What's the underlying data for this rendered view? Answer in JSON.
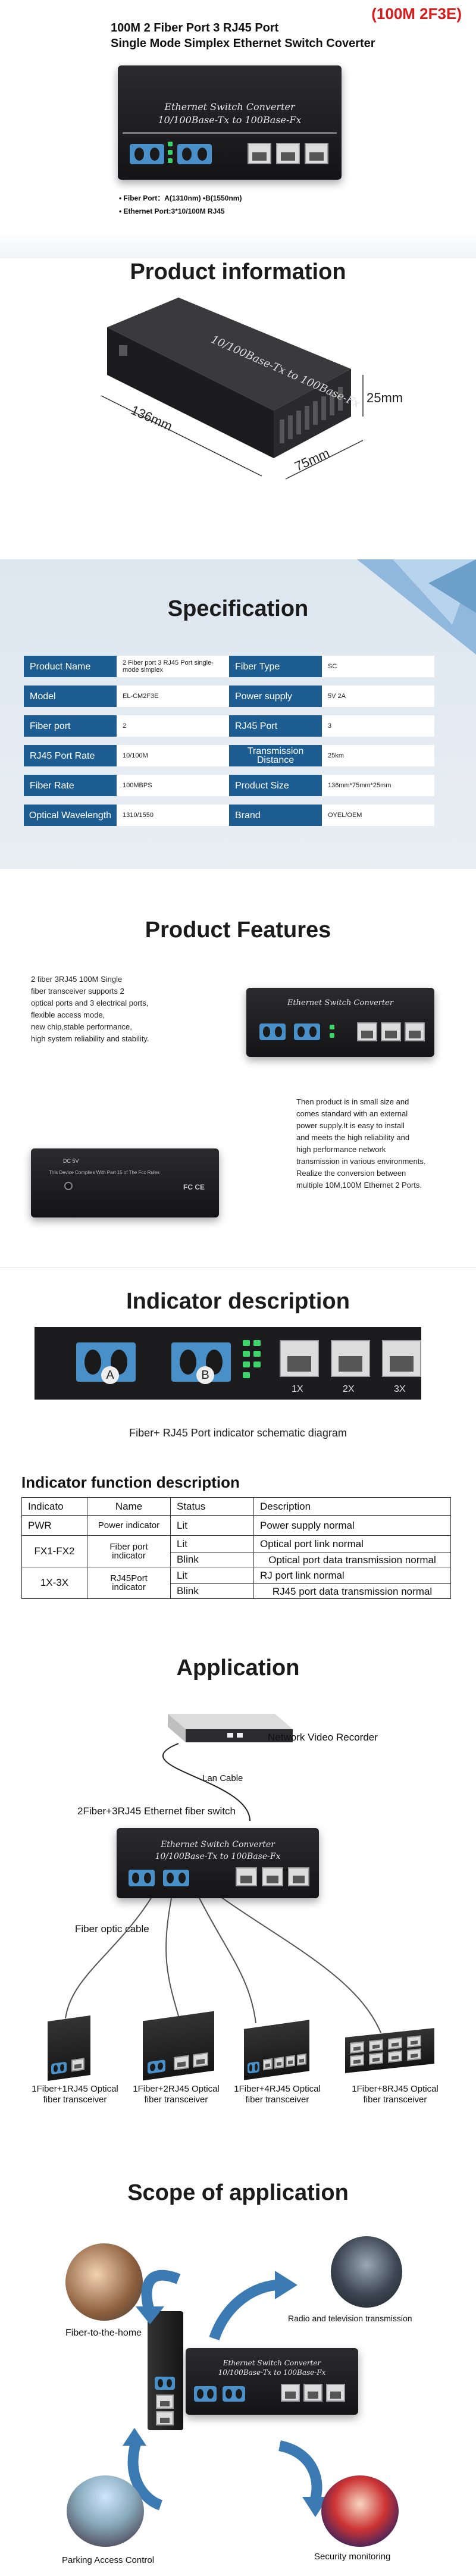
{
  "header": {
    "badge": "(100M 2F3E)",
    "title_line1": "100M 2 Fiber Port 3 RJ45 Port",
    "title_line2": "Single Mode Simplex Ethernet Switch Coverter",
    "device_label_line1": "Ethernet Switch Converter",
    "device_label_line2": "10/100Base-Tx to 100Base-Fx",
    "note_fiber": "• Fiber Port：A(1310nm)   •B(1550nm)",
    "note_ethernet": "• Ethernet Port:3*10/100M RJ45"
  },
  "product_info": {
    "title": "Product information",
    "device_label": "10/100Base-Tx to 100Base-Fx",
    "dim_length": "136mm",
    "dim_width": "75mm",
    "dim_height": "25mm"
  },
  "spec": {
    "title": "Specification",
    "rows": [
      {
        "k1": "Product Name",
        "v1": "2 Fiber port 3 RJ45 Port single-mode simplex",
        "k2": "Fiber Type",
        "v2": "SC"
      },
      {
        "k1": "Model",
        "v1": "EL-CM2F3E",
        "k2": "Power supply",
        "v2": "5V 2A"
      },
      {
        "k1": "Fiber port",
        "v1": "2",
        "k2": "RJ45 Port",
        "v2": "3"
      },
      {
        "k1": "RJ45 Port Rate",
        "v1": "10/100M",
        "k2": "Transmission Distance",
        "v2": "25km"
      },
      {
        "k1": "Fiber Rate",
        "v1": "100MBPS",
        "k2": "Product Size",
        "v2": "136mm*75mm*25mm"
      },
      {
        "k1": "Optical Wavelength",
        "v1": "1310/1550",
        "k2": "Brand",
        "v2": "OYEL/OEM"
      }
    ]
  },
  "features": {
    "title": "Product Features",
    "para1": [
      "2 fiber 3RJ45 100M Single",
      "fiber transceiver supports 2",
      "optical ports and 3 electrical ports,",
      "flexible access mode,",
      "new chip,stable performance,",
      "high system reliability and stability."
    ],
    "para2": [
      "Then product is in small size and",
      "comes standard with an external",
      "power supply.It is easy to install",
      "and meets the high reliability and",
      "high performance network",
      "transmission in various environments.",
      "Realize the conversion between",
      "multiple 10M,100M Ethernet 2 Ports."
    ],
    "device_label": "Ethernet Switch Converter",
    "back_label": "This Device Complies With Part 15 of The Fcc Rules",
    "back_dc": "DC 5V",
    "back_fc": "FC CE"
  },
  "indicator": {
    "title": "Indicator description",
    "port_a": "A",
    "port_b": "B",
    "port_1x": "1X",
    "port_2x": "2X",
    "port_3x": "3X",
    "caption": "Fiber+ RJ45 Port indicator schematic diagram",
    "table_title": "Indicator function description",
    "headers": [
      "Indicato",
      "Name",
      "Status",
      "Description"
    ],
    "rows": [
      {
        "ind": "PWR",
        "name": "Power indicator",
        "status": "Lit",
        "desc": "Power supply normal"
      },
      {
        "ind": "FX1-FX2",
        "name": "Fiber port indicator",
        "status": "Lit",
        "desc": "Optical port link normal",
        "status2": "Blink",
        "desc2": "Optical port data transmission normal"
      },
      {
        "ind": "1X-3X",
        "name": "RJ45Port indicator",
        "status": "Lit",
        "desc": "RJ port link normal",
        "status2": "Blink",
        "desc2": "RJ45 port data transmission normal"
      }
    ]
  },
  "application": {
    "title": "Application",
    "nvr_label": "Network Video Recorder",
    "lan_label": "Lan Cable",
    "switch_label": "2Fiber+3RJ45 Ethernet fiber switch",
    "device_label_line1": "Ethernet Switch Converter",
    "device_label_line2": "10/100Base-Tx to 100Base-Fx",
    "fiber_label": "Fiber optic cable",
    "endpoints": [
      "1Fiber+1RJ45 Optical fiber transceiver",
      "1Fiber+2RJ45 Optical fiber transceiver",
      "1Fiber+4RJ45 Optical fiber transceiver",
      "1Fiber+8RJ45 Optical fiber transceiver"
    ]
  },
  "scope": {
    "title": "Scope of application",
    "home": "Fiber-to-the-home",
    "radio": "Radio and television transmission",
    "parking": "Parking Access Control",
    "security": "Security monitoring"
  },
  "colors": {
    "spec_blue": "#1d5d92",
    "badge_red": "#d81b1b",
    "arrow_blue": "#3b7ab3"
  }
}
